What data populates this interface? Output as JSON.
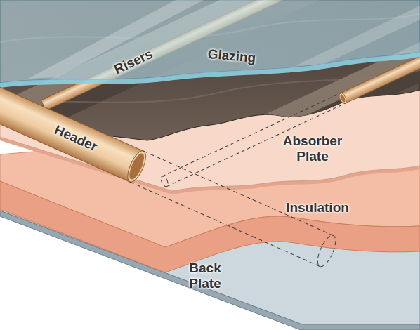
{
  "diagram": {
    "labels": [
      "Risers",
      "Glazing",
      "Header",
      "Absorber Plate",
      "Insulation",
      "Back Plate"
    ]
  }
}
